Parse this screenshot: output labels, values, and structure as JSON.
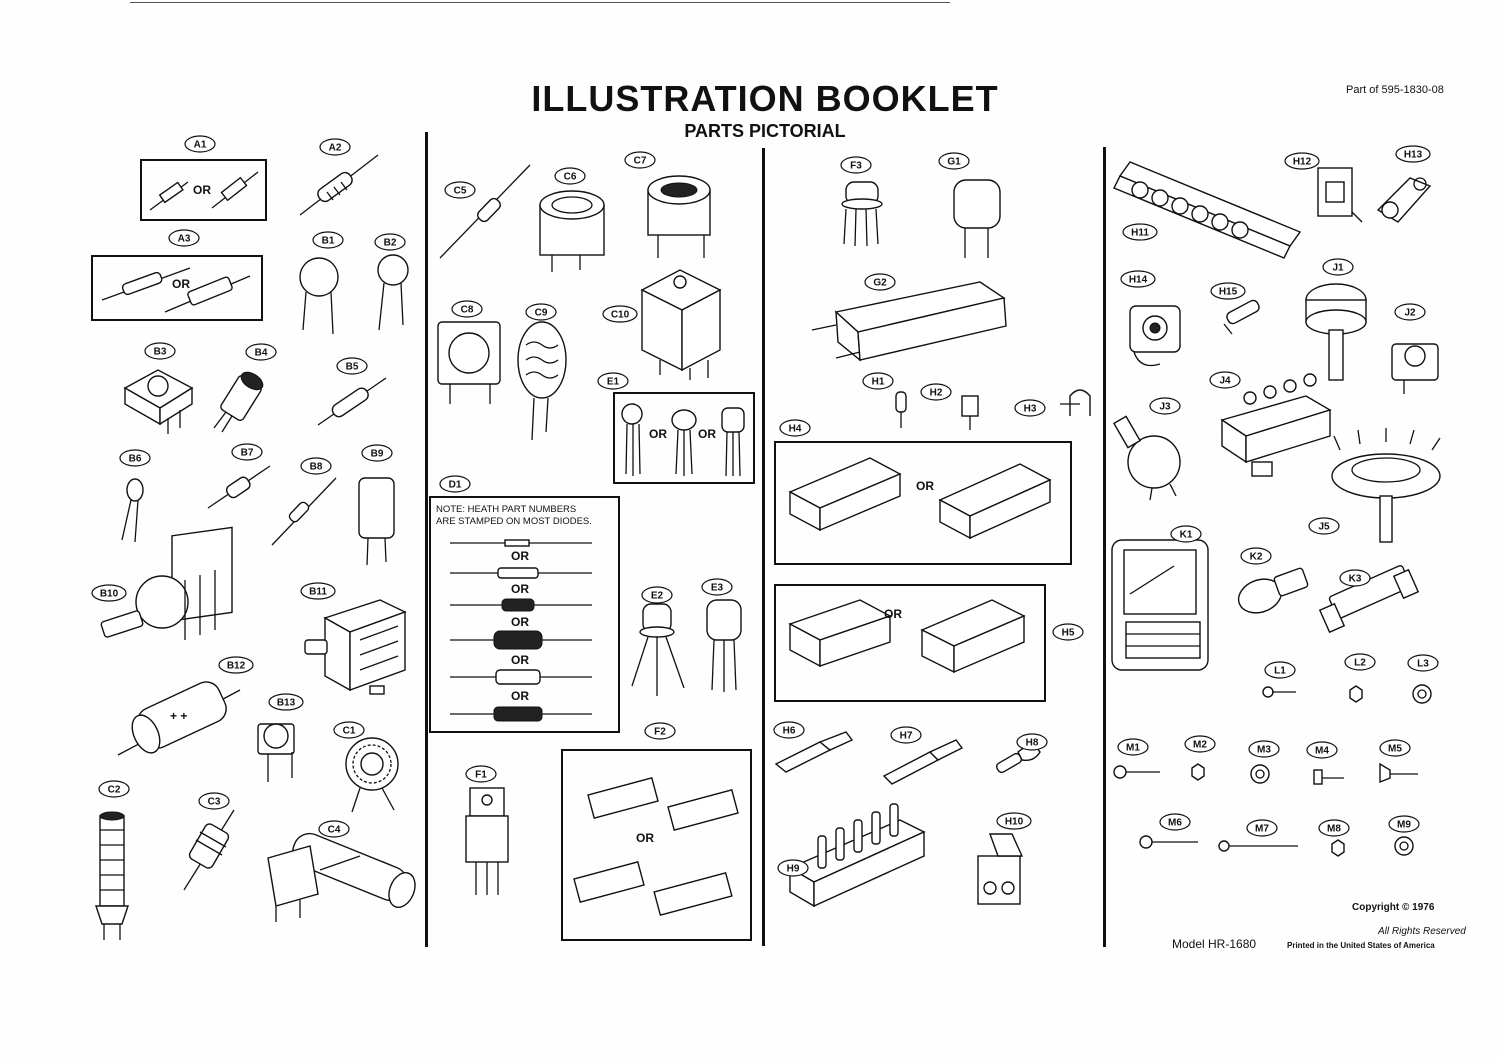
{
  "document": {
    "title": "ILLUSTRATION BOOKLET",
    "subtitle": "PARTS PICTORIAL",
    "part_of": "Part of 595-1830-08",
    "copyright": "Copyright © 1976",
    "rights": "All Rights Reserved",
    "model": "Model HR-1680",
    "printed": "Printed in the United States of America"
  },
  "or_label": "OR",
  "diode_note": [
    "NOTE:  HEATH PART NUMBERS",
    "ARE STAMPED ON MOST DIODES."
  ],
  "labels": {
    "A1": "A1",
    "A2": "A2",
    "A3": "A3",
    "B1": "B1",
    "B2": "B2",
    "B3": "B3",
    "B4": "B4",
    "B5": "B5",
    "B6": "B6",
    "B7": "B7",
    "B8": "B8",
    "B9": "B9",
    "B10": "B10",
    "B11": "B11",
    "B12": "B12",
    "B13": "B13",
    "C1": "C1",
    "C2": "C2",
    "C3": "C3",
    "C4": "C4",
    "C5": "C5",
    "C6": "C6",
    "C7": "C7",
    "C8": "C8",
    "C9": "C9",
    "C10": "C10",
    "D1": "D1",
    "E1": "E1",
    "E2": "E2",
    "E3": "E3",
    "F1": "F1",
    "F2": "F2",
    "F3": "F3",
    "G1": "G1",
    "G2": "G2",
    "H1": "H1",
    "H2": "H2",
    "H3": "H3",
    "H4": "H4",
    "H5": "H5",
    "H6": "H6",
    "H7": "H7",
    "H8": "H8",
    "H9": "H9",
    "H10": "H10",
    "H11": "H11",
    "H12": "H12",
    "H13": "H13",
    "H14": "H14",
    "H15": "H15",
    "J1": "J1",
    "J2": "J2",
    "J3": "J3",
    "J4": "J4",
    "J5": "J5",
    "K1": "K1",
    "K2": "K2",
    "K3": "K3",
    "L1": "L1",
    "L2": "L2",
    "L3": "L3",
    "M1": "M1",
    "M2": "M2",
    "M3": "M3",
    "M4": "M4",
    "M5": "M5",
    "M6": "M6",
    "M7": "M7",
    "M8": "M8",
    "M9": "M9"
  }
}
